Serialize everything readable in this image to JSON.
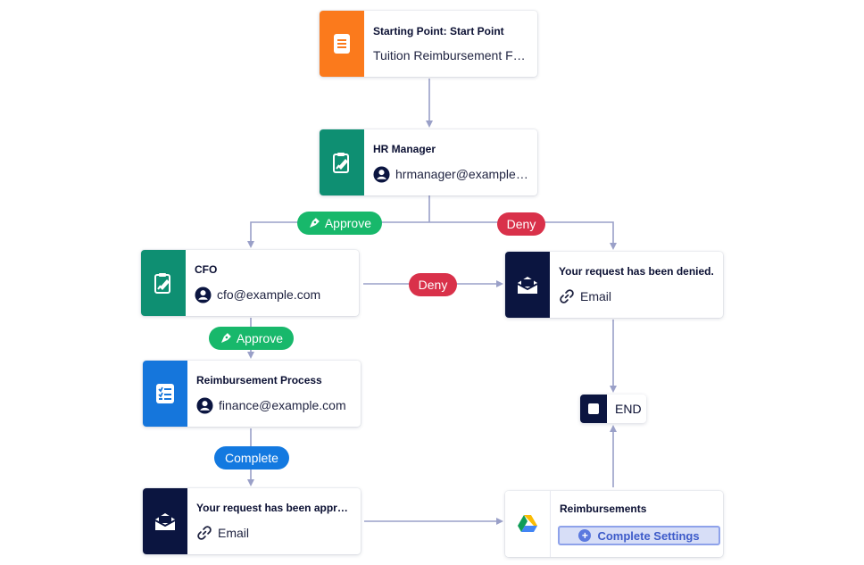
{
  "nodes": {
    "start": {
      "title": "Starting Point: Start Point",
      "subtitle": "Tuition Reimbursement Fo..."
    },
    "hr": {
      "title": "HR Manager",
      "subtitle": "hrmanager@example...."
    },
    "cfo": {
      "title": "CFO",
      "subtitle": "cfo@example.com"
    },
    "denied": {
      "title": "Your request has been denied.",
      "subtitle": "Email"
    },
    "process": {
      "title": "Reimbursement Process",
      "subtitle": "finance@example.com"
    },
    "approved": {
      "title": "Your request has been appro...",
      "subtitle": "Email"
    },
    "reimb": {
      "title": "Reimbursements",
      "button": "Complete Settings"
    },
    "end": {
      "label": "END"
    }
  },
  "labels": {
    "approve1": "Approve",
    "deny1": "Deny",
    "deny2": "Deny",
    "approve2": "Approve",
    "complete": "Complete"
  },
  "colors": {
    "start": "#fb7a1c",
    "approval": "#0e8f72",
    "email": "#0b1540",
    "task": "#1576dc",
    "approve": "#18b86b",
    "deny": "#d9314a",
    "complete": "#1379e0",
    "connector": "#9aa0c8"
  },
  "icons": {
    "start": "form-icon",
    "approval": "approval-pen-icon",
    "email": "email-icon",
    "task": "task-list-icon",
    "end": "stop-icon",
    "drive": "google-drive-icon",
    "user": "user-icon",
    "link": "link-icon",
    "add": "plus-icon"
  }
}
